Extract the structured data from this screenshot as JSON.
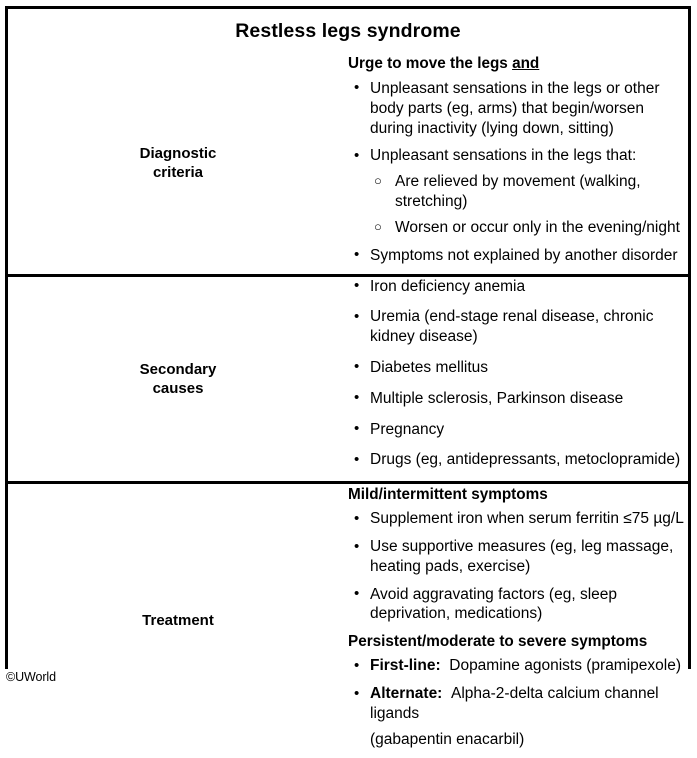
{
  "title": "Restless legs syndrome",
  "footer": "©UWorld",
  "rows": [
    {
      "header": "Diagnostic criteria",
      "header_line1": "Diagnostic",
      "header_line2": "criteria",
      "heading": "Urge to move the legs ",
      "heading_emphasis": "and",
      "bullets": [
        "Unpleasant sensations in the legs or other body parts (eg, arms) that begin/worsen during inactivity (lying down, sitting)",
        "Unpleasant sensations in the legs that:",
        "Symptoms not explained by another disorder"
      ],
      "subbullets": [
        "Are relieved by movement (walking, stretching)",
        "Worsen or occur only in the evening/night"
      ]
    },
    {
      "header": "Secondary causes",
      "header_line1": "Secondary",
      "header_line2": "causes",
      "bullets": [
        "Iron deficiency anemia",
        "Uremia (end-stage renal disease, chronic kidney disease)",
        "Diabetes mellitus",
        "Multiple sclerosis, Parkinson disease",
        "Pregnancy",
        "Drugs (eg, antidepressants, metoclopramide)"
      ]
    },
    {
      "header": "Treatment",
      "heading_mild": "Mild/intermittent symptoms",
      "mild_bullets": [
        "Supplement iron when serum ferritin ≤75 µg/L",
        "Use supportive measures (eg, leg massage, heating pads, exercise)",
        "Avoid aggravating factors (eg, sleep deprivation, medications)"
      ],
      "heading_persistent": "Persistent/moderate to severe symptoms",
      "severe_bullets": [
        {
          "label": "First-line:",
          "text": "Dopamine agonists (pramipexole)",
          "continuation": ""
        },
        {
          "label": "Alternate:",
          "text": "Alpha-2-delta calcium channel ligands",
          "continuation": "(gabapentin enacarbil)"
        }
      ]
    }
  ],
  "markers": {
    "bullet": "•",
    "circle": "○"
  }
}
